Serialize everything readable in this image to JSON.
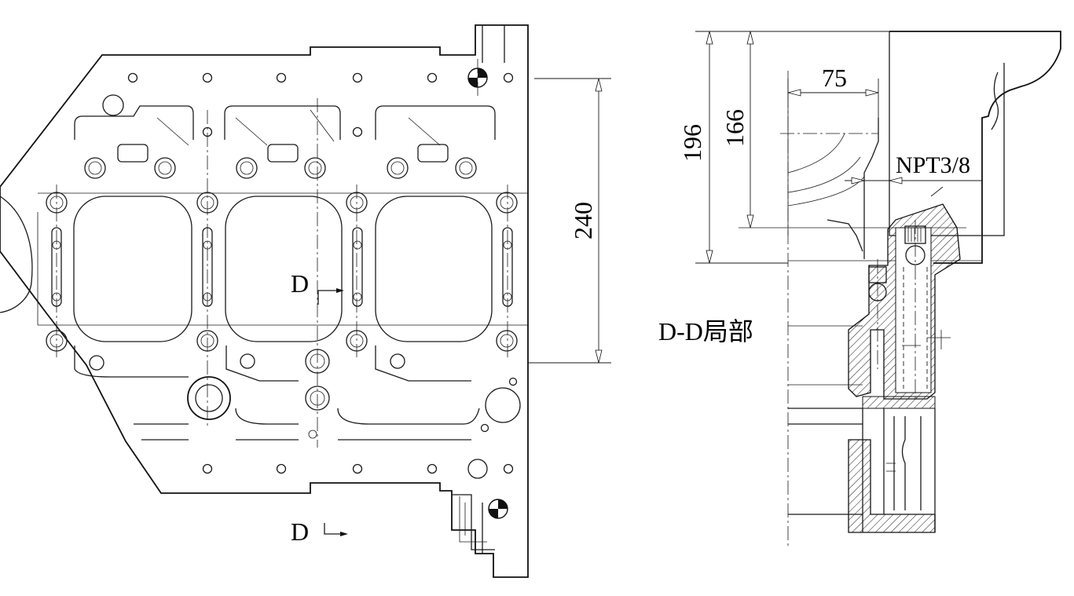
{
  "views": {
    "plan": {
      "section_mark_upper": "D",
      "section_mark_lower": "D",
      "dimension_height": "240"
    },
    "section": {
      "title": "D-D局部",
      "dimension_outer": "196",
      "dimension_inner": "166",
      "dimension_width": "75",
      "thread_callout": "NPT3/8"
    }
  }
}
